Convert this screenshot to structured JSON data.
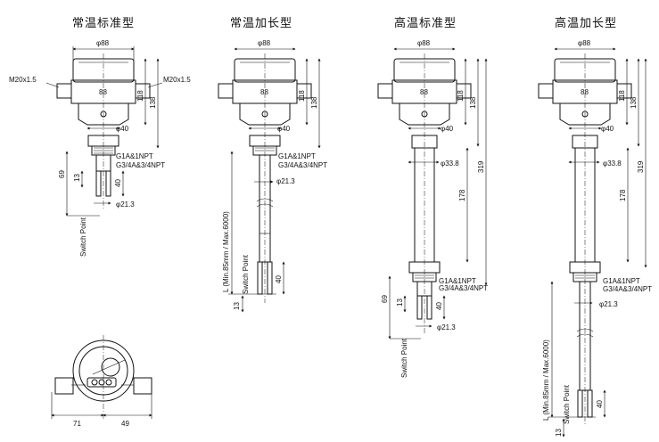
{
  "views": {
    "v1": {
      "title": "常温标准型",
      "body_dia": "φ88",
      "body_h": "118",
      "total_h": "138",
      "neck_dia": "φ40",
      "thread": "G1A&1NPT",
      "thread2": "G3/4A&3/4NPT",
      "fork_dia": "φ21.3",
      "len69": "69",
      "len13": "13",
      "len40": "40",
      "switch_point": "Switch Point",
      "conduit_left": "M20x1.5",
      "conduit_right": "M20x1.5",
      "center_mark": "88"
    },
    "v2": {
      "title": "常温加长型",
      "body_dia": "φ88",
      "body_h": "118",
      "total_h": "138",
      "neck_dia": "φ40",
      "thread": "G1A&1NPT",
      "thread2": "G3/4A&3/4NPT",
      "fork_dia": "φ21.3",
      "length": "L (Min.85mm / Max.6000)",
      "switch_point": "Switch Point",
      "len40": "40",
      "len13": "13",
      "center_mark": "88"
    },
    "v3": {
      "title": "高温标准型",
      "body_dia": "φ88",
      "body_h": "118",
      "total_h": "138",
      "neck_dia": "φ40",
      "ext_dia": "φ33.8",
      "ext_len": "178",
      "overall": "319",
      "thread": "G1A&1NPT",
      "thread2": "G3/4A&3/4NPT",
      "fork_dia": "φ21.3",
      "len69": "69",
      "len13": "13",
      "len40": "40",
      "switch_point": "Switch Point",
      "center_mark": "88"
    },
    "v4": {
      "title": "高温加长型",
      "body_dia": "φ88",
      "body_h": "118",
      "total_h": "138",
      "neck_dia": "φ40",
      "ext_dia": "φ33.8",
      "ext_len": "178",
      "overall": "319",
      "thread": "G1A&1NPT",
      "thread2": "G3/4A&3/4NPT",
      "fork_dia": "φ21.3",
      "length": "L (Min.85mm / Max.6000)",
      "switch_point": "Switch Point",
      "len40": "40",
      "len13": "13",
      "center_mark": "88"
    },
    "top": {
      "left_w": "71",
      "right_w": "49"
    }
  }
}
